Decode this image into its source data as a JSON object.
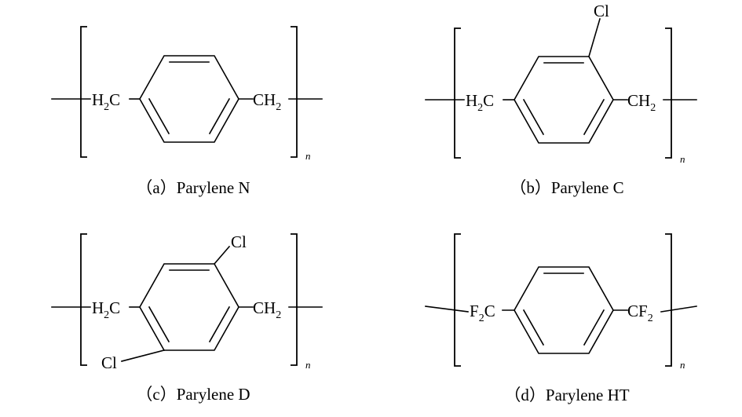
{
  "structures": [
    {
      "id": "a",
      "left_group": {
        "el1": "H",
        "sub": "2",
        "el2": "C"
      },
      "right_group": {
        "el1": "CH",
        "sub": "2"
      },
      "substituent_top": "",
      "substituent_bottom": "",
      "repeat_index": "n",
      "caption": "（a）Parylene N"
    },
    {
      "id": "b",
      "left_group": {
        "el1": "H",
        "sub": "2",
        "el2": "C"
      },
      "right_group": {
        "el1": "CH",
        "sub": "2"
      },
      "substituent_top": "Cl",
      "substituent_bottom": "",
      "repeat_index": "n",
      "caption": "（b）Parylene C"
    },
    {
      "id": "c",
      "left_group": {
        "el1": "H",
        "sub": "2",
        "el2": "C"
      },
      "right_group": {
        "el1": "CH",
        "sub": "2"
      },
      "substituent_top": "Cl",
      "substituent_bottom": "Cl",
      "repeat_index": "n",
      "caption": "（c）Parylene D"
    },
    {
      "id": "d",
      "left_group": {
        "el1": "F",
        "sub": "2",
        "el2": "C"
      },
      "right_group": {
        "el1": "CF",
        "sub": "2"
      },
      "substituent_top": "",
      "substituent_bottom": "",
      "repeat_index": "n",
      "caption": "（d）Parylene HT"
    }
  ]
}
